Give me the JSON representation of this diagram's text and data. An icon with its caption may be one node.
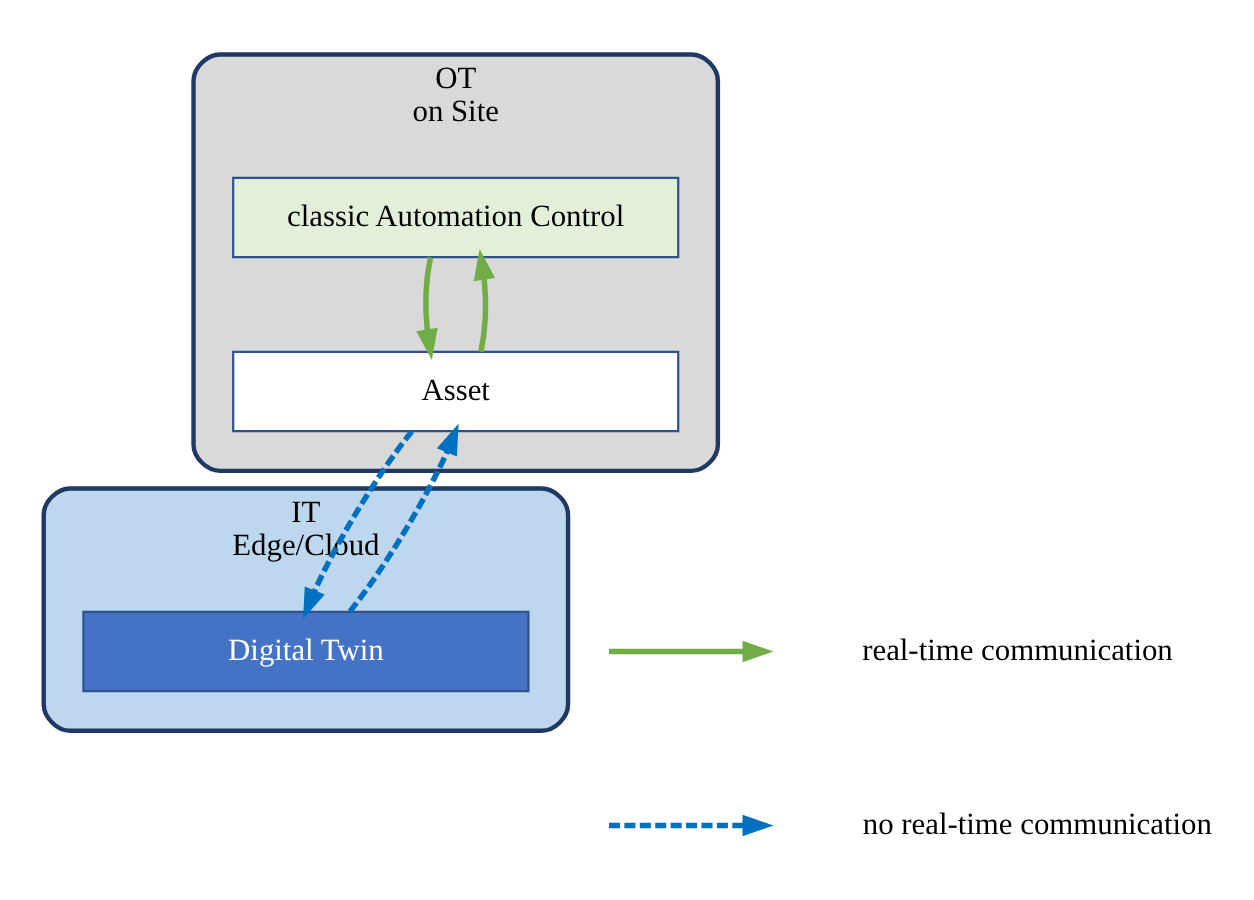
{
  "diagram": {
    "nodes": [
      {
        "text": [
          "IT",
          "Edge/Cloud"
        ]
      },
      {
        "text": [
          "Digital Twin"
        ],
        "in": 0
      },
      {
        "text": [
          "OT",
          "on Site"
        ]
      },
      {
        "text": [
          "classic Automation Control"
        ],
        "in": 2
      },
      {
        "text": [
          "Asset"
        ],
        "in": 2
      }
    ],
    "edges": [
      {
        "from": 4,
        "to": 1,
        "arrow": "to",
        "style": "dashed",
        "color": "#0070c0"
      },
      {
        "from": 1,
        "to": 4,
        "arrow": "to",
        "style": "dashed",
        "color": "#0070c0"
      },
      {
        "from": 4,
        "to": 3,
        "arrow": "to",
        "color": "#70ad47"
      },
      {
        "from": 3,
        "to": 4,
        "arrow": "to",
        "color": "#70ad47"
      }
    ],
    "legend": [
      {
        "text": "real-time communication"
      },
      {
        "text": "no real-time communication"
      }
    ]
  }
}
